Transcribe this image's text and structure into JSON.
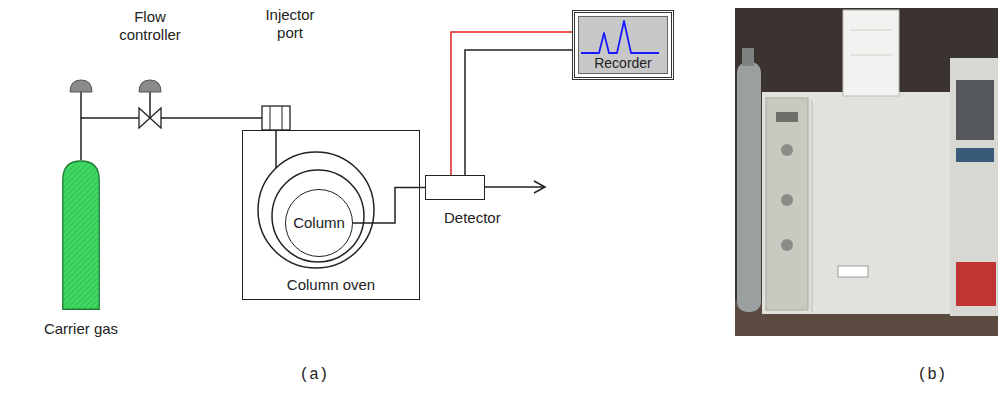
{
  "diagram": {
    "nodes": [
      {
        "text": [
          "Carrier gas"
        ]
      },
      {
        "text": [
          "Column oven"
        ]
      },
      {
        "text": [
          "Column"
        ],
        "in": 1
      },
      {
        "text": [
          "Detector"
        ]
      },
      {
        "text": [
          "Recorder"
        ]
      }
    ],
    "edges": [
      {
        "from": 0,
        "to": 1,
        "arrow": "none"
      },
      {
        "from": 2,
        "to": 3,
        "arrow": "none"
      },
      {
        "from": 3,
        "to": 4,
        "arrow": "none"
      },
      {
        "from": 3,
        "to": 4,
        "arrow": "none"
      }
    ],
    "labels": [
      "Flow controller",
      "Injector port",
      "(a)",
      "(b)"
    ]
  }
}
